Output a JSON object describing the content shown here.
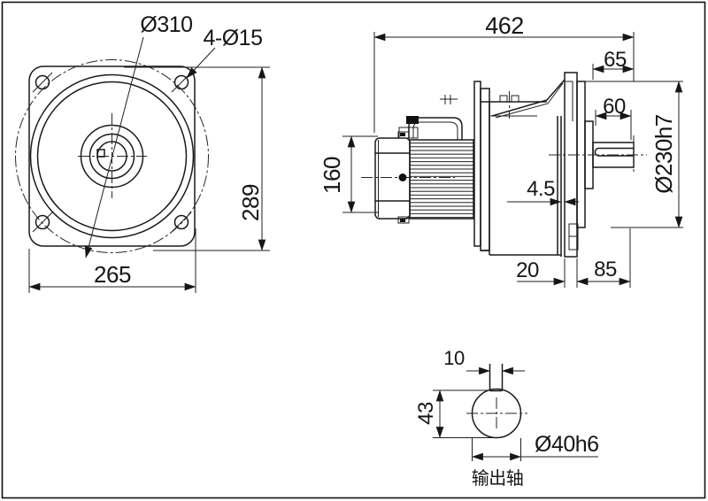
{
  "style": {
    "line_color": "#1a1a1a",
    "background": "#ffffff"
  },
  "front_view": {
    "bolt_circle_dia": "Ø310",
    "mount_holes": "4-Ø15",
    "flange_height": "289",
    "flange_width": "265"
  },
  "side_view": {
    "overall_length": "462",
    "hub_protrusion": "65",
    "shaft_length": "60",
    "motor_diameter": "160",
    "spigot_diameter": "Ø230h7",
    "gap": "4.5",
    "flange_thickness": "20",
    "hub_length": "85"
  },
  "shaft_detail": {
    "key_width": "10",
    "key_height": "43",
    "shaft_diameter": "Ø40h6",
    "caption": "输出轴"
  }
}
